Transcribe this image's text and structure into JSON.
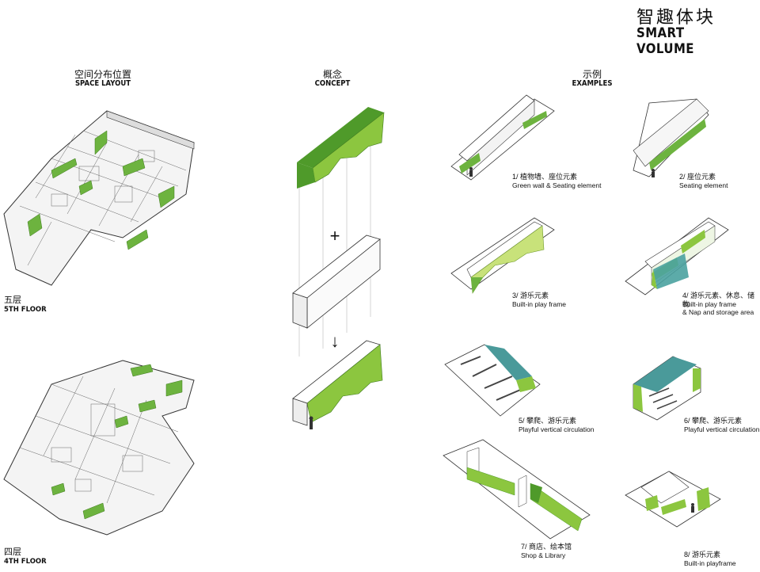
{
  "header": {
    "title_cn": "智趣体块",
    "title_en": "SMART VOLUME"
  },
  "sections": {
    "layout": {
      "cn": "空间分布位置",
      "en": "SPACE LAYOUT"
    },
    "concept": {
      "cn": "概念",
      "en": "CONCEPT"
    },
    "examples": {
      "cn": "示例",
      "en": "EXAMPLES"
    }
  },
  "floors": {
    "fifth": {
      "cn": "五层",
      "en": "5TH FLOOR"
    },
    "fourth": {
      "cn": "四层",
      "en": "4TH FLOOR"
    }
  },
  "concept_symbols": {
    "plus": "+",
    "arrow": "↓"
  },
  "examples": [
    {
      "cn": "1/ 植物墙、座位元素",
      "en": "Green wall & Seating element"
    },
    {
      "cn": "2/ 座位元素",
      "en": "Seating element"
    },
    {
      "cn": "3/ 游乐元素",
      "en": "Built-in play frame"
    },
    {
      "cn": "4/ 游乐元素、休息、储物",
      "en": "Built-in play frame",
      "en2": "& Nap and storage area"
    },
    {
      "cn": "5/ 攀爬、游乐元素",
      "en": "Playful vertical circulation"
    },
    {
      "cn": "6/ 攀爬、游乐元素",
      "en": "Playful vertical circulation"
    },
    {
      "cn": "7/ 商店、绘本馆",
      "en": "Shop & Library"
    },
    {
      "cn": "8/ 游乐元素",
      "en": "Built-in playframe"
    }
  ],
  "colors": {
    "green_dark": "#4f9a2a",
    "green": "#8cc63f",
    "green_light": "#c8e27a",
    "teal": "#4a9a9a",
    "line": "#333333"
  }
}
